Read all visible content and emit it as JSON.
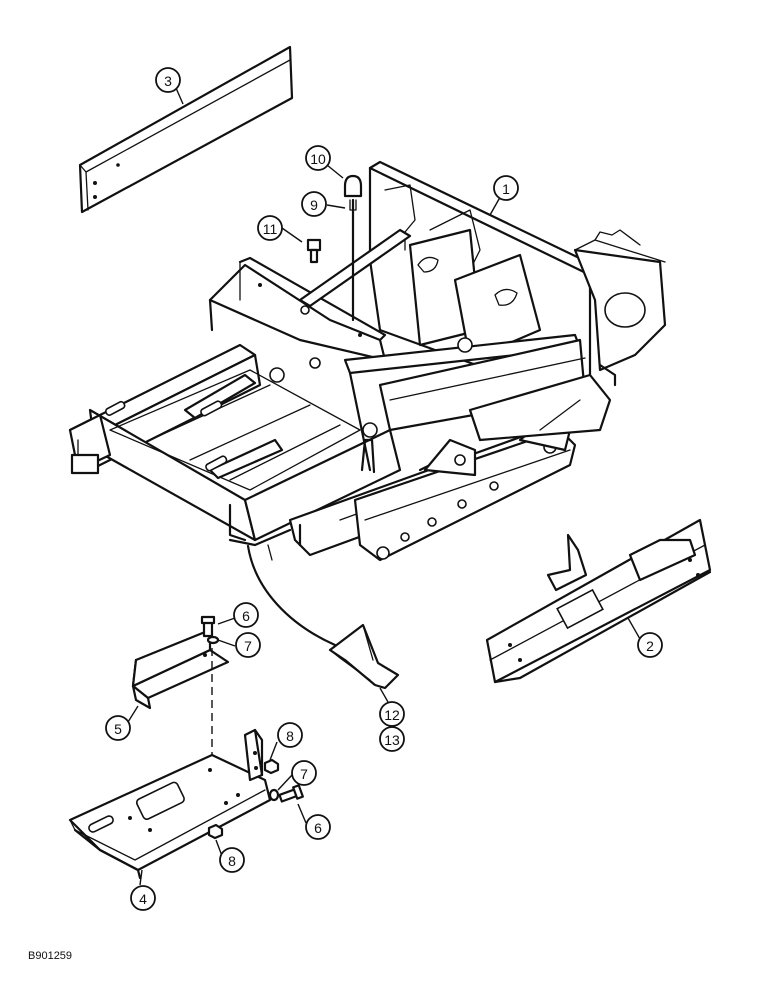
{
  "figure_code": "B901259",
  "callouts": {
    "c1": "1",
    "c2": "2",
    "c3": "3",
    "c4": "4",
    "c5": "5",
    "c6a": "6",
    "c6b": "6",
    "c7a": "7",
    "c7b": "7",
    "c8a": "8",
    "c8b": "8",
    "c9": "9",
    "c10": "10",
    "c11": "11",
    "c12": "12",
    "c13": "13"
  }
}
